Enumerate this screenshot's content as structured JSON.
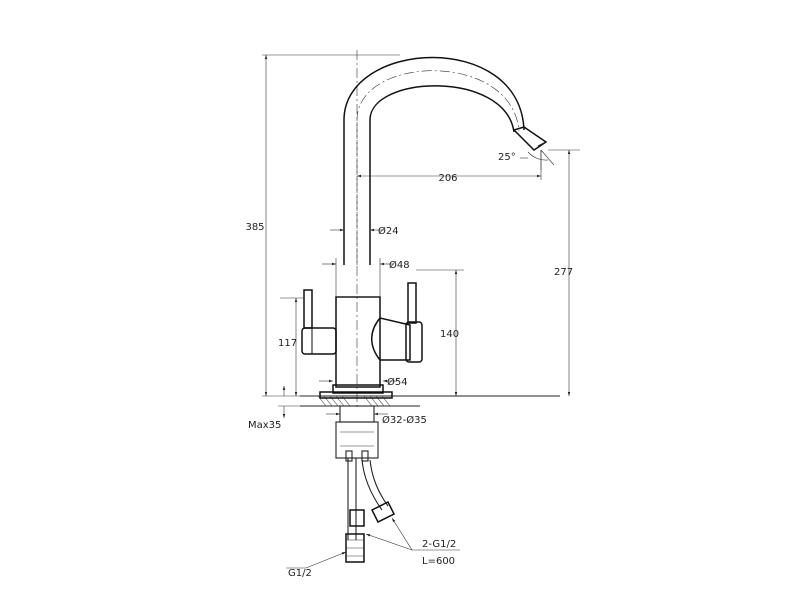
{
  "dimensions": {
    "total_height": "385",
    "spout_reach": "206",
    "spout_angle": "25°",
    "spout_height": "277",
    "spout_diameter": "Ø24",
    "body_diameter": "Ø48",
    "handle_height_left": "117",
    "handle_height_right": "140",
    "base_diameter": "Ø54",
    "hole_diameter": "Ø32-Ø35",
    "max_deck_thickness": "Max35",
    "hose_connection": "2-G1/2",
    "hose_length": "L=600",
    "inlet_thread": "G1/2"
  }
}
